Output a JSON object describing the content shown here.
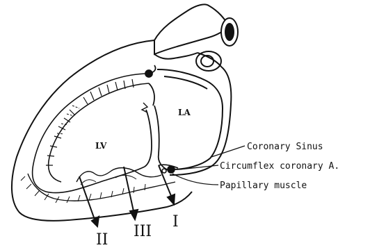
{
  "labels": {
    "lv": "LV",
    "la": "LA",
    "coronary_sinus": "Coronary Sinus",
    "circumflex": "Circumflex coronary A.",
    "papillary": "Papillary muscle"
  },
  "views": {
    "one": "I",
    "two": "II",
    "three": "III"
  },
  "colors": {
    "ink": "#111111",
    "paper": "#ffffff"
  }
}
